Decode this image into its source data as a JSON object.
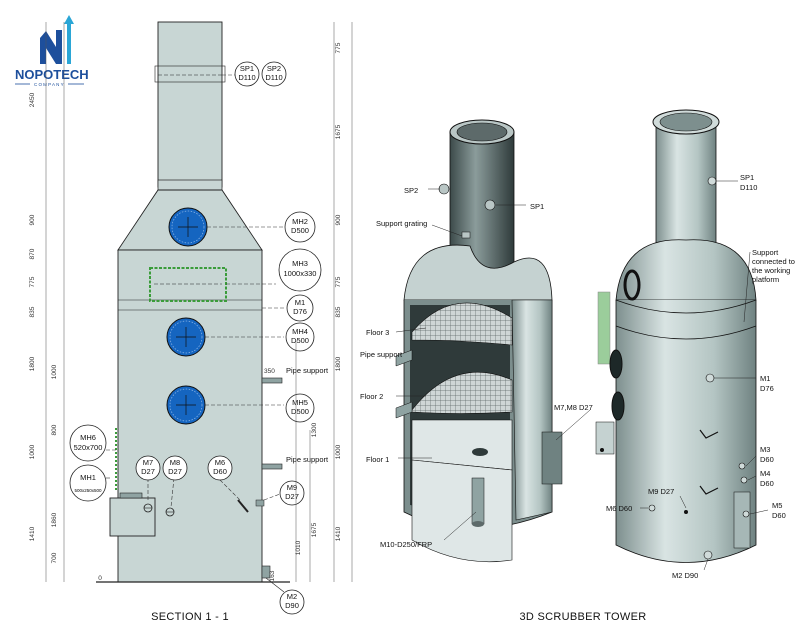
{
  "logo": {
    "name": "NOPOTECH",
    "sub": "COMPANY",
    "colors": {
      "blue": "#1d4f9c",
      "cyan": "#2aa6d6"
    }
  },
  "colors": {
    "body": "#c8d6d4",
    "bodyDark": "#8fa3a2",
    "nozzle": "#1565c0",
    "hatch": "#3a9c3a",
    "line": "#222222"
  },
  "section": {
    "caption": "SECTION 1 - 1",
    "balloons": [
      {
        "id": "sp1",
        "l1": "SP1",
        "l2": "D110"
      },
      {
        "id": "sp2",
        "l1": "SP2",
        "l2": "D110"
      },
      {
        "id": "mh2",
        "l1": "MH2",
        "l2": "D500"
      },
      {
        "id": "mh3",
        "l1": "MH3",
        "l2": "1000x330"
      },
      {
        "id": "m1",
        "l1": "M1",
        "l2": "D76"
      },
      {
        "id": "mh4",
        "l1": "MH4",
        "l2": "D500"
      },
      {
        "id": "mh5",
        "l1": "MH5",
        "l2": "D500"
      },
      {
        "id": "mh6",
        "l1": "MH6",
        "l2": "520x700"
      },
      {
        "id": "mh1",
        "l1": "MH1",
        "l2": "500x250x500"
      },
      {
        "id": "m7",
        "l1": "M7",
        "l2": "D27"
      },
      {
        "id": "m8",
        "l1": "M8",
        "l2": "D27"
      },
      {
        "id": "m6",
        "l1": "M6",
        "l2": "D60"
      },
      {
        "id": "m9",
        "l1": "M9",
        "l2": "D27"
      },
      {
        "id": "m2",
        "l1": "M2",
        "l2": "D90"
      }
    ],
    "notes": {
      "pipe_support": "Pipe support",
      "pipe_support2": "Pipe support",
      "dim350": "350"
    },
    "dims_left": [
      "2450",
      "900",
      "870",
      "775",
      "835",
      "1800",
      "1000",
      "800",
      "1000",
      "1860",
      "1410",
      "700",
      "0"
    ],
    "dims_right": [
      "775",
      "1675",
      "900",
      "775",
      "835",
      "1800",
      "1300",
      "1000",
      "1675",
      "1410",
      "1010",
      "163"
    ]
  },
  "tower3d": {
    "caption": "3D SCRUBBER TOWER",
    "left": {
      "sp2": "SP2",
      "sp1": "SP1",
      "support_grating": "Support grating",
      "floor3": "Floor 3",
      "pipe_support": "Pipe support",
      "floor2": "Floor 2",
      "floor1": "Floor 1",
      "m10": "M10-D250/FRP",
      "m78": "M7,M8 D27"
    },
    "right": {
      "sp1": "SP1",
      "sp1d": "D110",
      "support": "Support connected to the working platform",
      "m1": "M1",
      "m1d": "D76",
      "m3": "M3",
      "m3d": "D60",
      "m4": "M4",
      "m4d": "D60",
      "m5": "M5",
      "m5d": "D60",
      "m9": "M9 D27",
      "m6": "M6 D60",
      "m2": "M2 D90"
    }
  }
}
